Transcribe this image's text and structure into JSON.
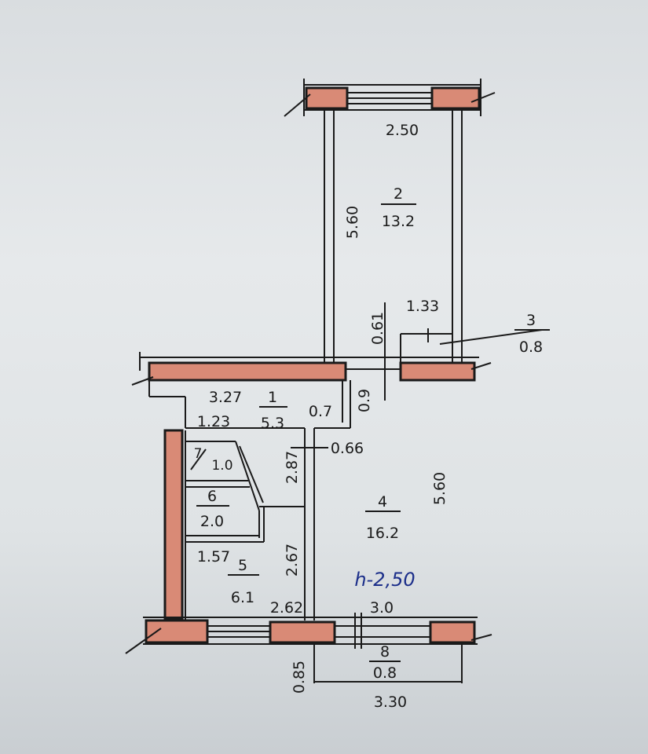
{
  "rooms": [
    {
      "num": "1",
      "area": "5.3"
    },
    {
      "num": "2",
      "area": "13.2"
    },
    {
      "num": "3",
      "area": "0.8"
    },
    {
      "num": "4",
      "area": "16.2"
    },
    {
      "num": "5",
      "area": "6.1"
    },
    {
      "num": "6",
      "area": "2.0"
    },
    {
      "num": "7",
      "area": "1.0"
    },
    {
      "num": "8",
      "area": "0.8"
    }
  ],
  "dimensions": {
    "room2_width": "2.50",
    "room2_length": "5.60",
    "loggia_depth": "0.61",
    "loggia_width": "1.33",
    "hall_length": "3.27",
    "hall_width": "1.23",
    "hall_step": "0.7",
    "door_gap": "0.9",
    "closet_depth": "2.87",
    "hall_offset": "0.66",
    "room4_length": "5.60",
    "room5_width": "1.57",
    "room5_length": "2.67",
    "room5_bottom": "2.62",
    "room4_width": "3.0",
    "balcony_depth": "0.85",
    "balcony_width": "3.30"
  },
  "ceiling_height": "h-2,50",
  "colors": {
    "wall_fill": "#d98a76",
    "ink": "#1a1a1a",
    "annotation_blue": "#1c2f8a"
  }
}
